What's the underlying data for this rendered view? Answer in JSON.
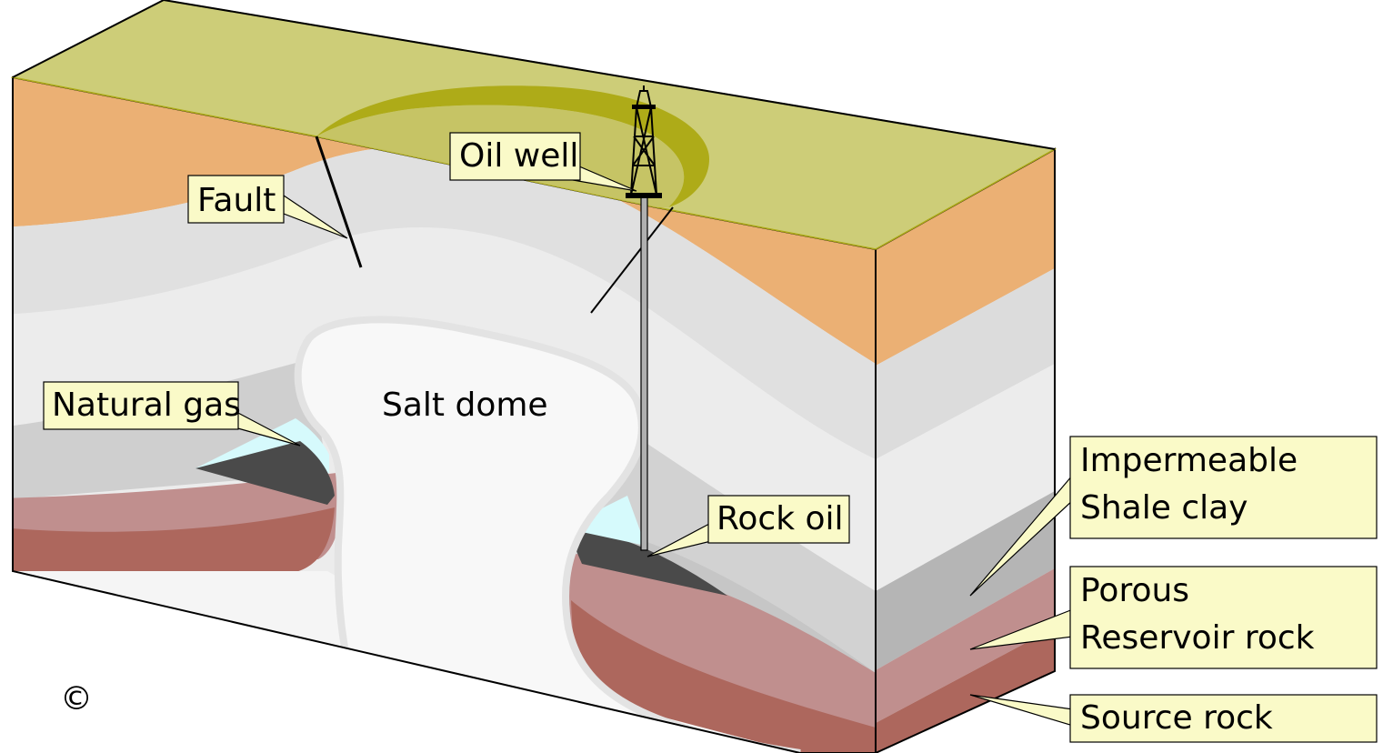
{
  "labels": {
    "fault": "Fault",
    "oil_well": "Oil well",
    "salt_dome": "Salt dome",
    "natural_gas": "Natural gas",
    "rock_oil": "Rock oil",
    "impermeable_line1": "Impermeable",
    "impermeable_line2": "Shale clay",
    "porous_line1": "Porous",
    "porous_line2": "Reservoir rock",
    "source_rock": "Source rock"
  },
  "copyright_symbol": "©",
  "colors": {
    "surface": "#cdcd78",
    "surface_dark": "#aeab18",
    "orange_layer": "#ebb074",
    "grey_light": "#ececec",
    "grey_mid": "#dbdbdb",
    "grey_dark": "#c6c6c6",
    "shale": "#b5b5b5",
    "reservoir": "#c08f8e",
    "source": "#ad675d",
    "oil": "#4a4a4a",
    "gas": "#d6fafc",
    "salt": "#f8f8f8",
    "callout_fill": "#fafac8"
  }
}
